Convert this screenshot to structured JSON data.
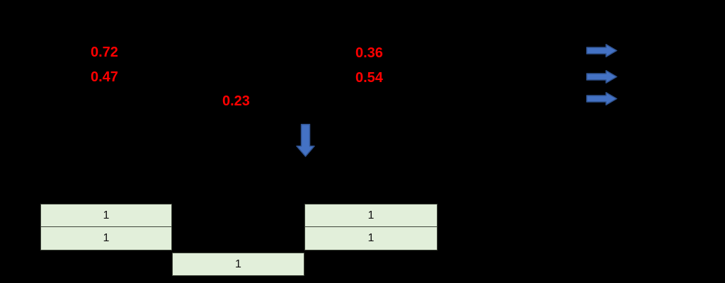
{
  "colors": {
    "background": "#000000",
    "label_red": "#ff0000",
    "arrow_fill": "#4472c4",
    "arrow_stroke": "#2f528f",
    "box_fill": "#e2efda",
    "box_border": "#3f453a",
    "box_text": "#111111"
  },
  "labels": {
    "prob_left_top": "0.72",
    "prob_left_bottom": "0.47",
    "prob_center": "0.23",
    "prob_right_top": "0.36",
    "prob_right_bottom": "0.54"
  },
  "boxes": {
    "left_top": "1",
    "left_bottom": "1",
    "right_top": "1",
    "right_bottom": "1",
    "bottom_center": "1"
  },
  "icons": {
    "right_arrows": [
      "right-arrow-icon",
      "right-arrow-icon",
      "right-arrow-icon"
    ],
    "down_arrow": "down-arrow-icon"
  }
}
